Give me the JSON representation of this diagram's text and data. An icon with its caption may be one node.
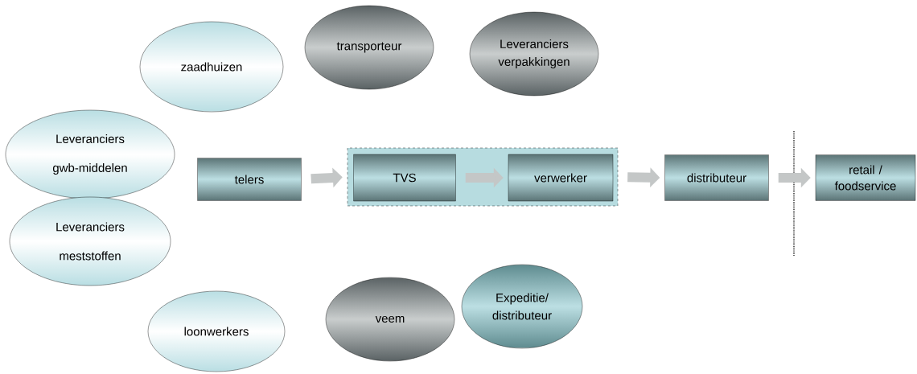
{
  "diagram": {
    "nodes": [
      {
        "text": [
          "zaadhuizen"
        ]
      },
      {
        "text": [
          "transporteur"
        ]
      },
      {
        "text": [
          "Leveranciers verpakkingen"
        ]
      },
      {
        "text": [
          "Leveranciers gwb-middelen"
        ]
      },
      {
        "text": [
          "Leveranciers meststoffen"
        ]
      },
      {
        "text": [
          "loonwerkers"
        ]
      },
      {
        "text": [
          "veem"
        ]
      },
      {
        "text": [
          "Expeditie/ distributeur"
        ]
      },
      {
        "text": [
          "telers"
        ]
      },
      {
        "text": [],
        "shape": "box"
      },
      {
        "text": [
          "TVS"
        ],
        "in": 9
      },
      {
        "text": [
          "verwerker"
        ],
        "in": 9
      },
      {
        "text": [
          "distributeur"
        ]
      },
      {
        "text": [
          "retail / foodservice"
        ]
      }
    ],
    "edges": [
      {
        "from": 8,
        "to": 9,
        "arrow": "to"
      },
      {
        "from": 10,
        "to": 11,
        "arrow": "to"
      },
      {
        "from": 9,
        "to": 12,
        "arrow": "to"
      },
      {
        "from": 12,
        "to": 13,
        "arrow": "to"
      }
    ]
  }
}
